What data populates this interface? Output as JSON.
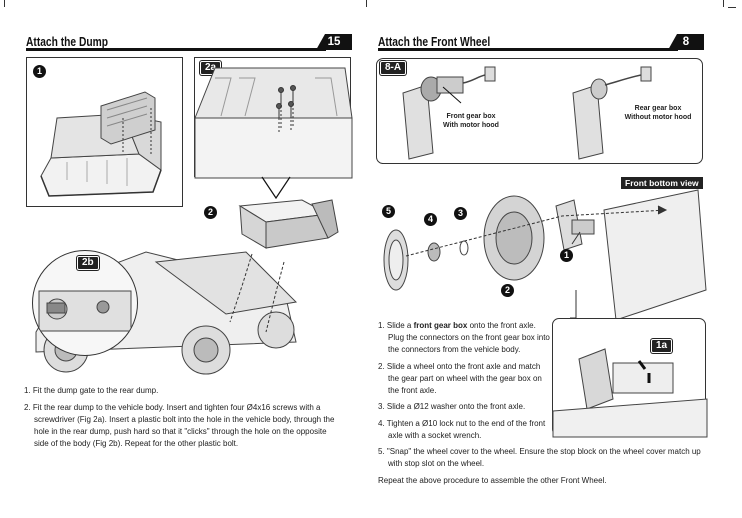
{
  "left_page": {
    "title": "Attach the Dump",
    "page_number": "15",
    "callouts": {
      "step1": "1",
      "step2": "2",
      "fig2a": "2a",
      "fig2b": "2b"
    },
    "instructions": [
      "1. Fit the dump gate to the rear dump.",
      "2. Fit the rear dump to the vehicle body. Insert and tighten four Ø4x16 screws with a screwdriver (Fig 2a).  Insert a plastic bolt into the hole in the vehicle body, through the hole in the rear dump, push hard so that it \"clicks\" through the hole on the opposite side of the body (Fig 2b). Repeat for the other plastic bolt."
    ]
  },
  "right_page": {
    "title": "Attach the Front Wheel",
    "page_number": "8",
    "inset_8a": {
      "tag": "8-A",
      "front_label_line1": "Front gear box",
      "front_label_line2": "With motor hood",
      "rear_label_line1": "Rear gear box",
      "rear_label_line2": "Without motor hood"
    },
    "front_bottom_view": "Front bottom view",
    "parts": {
      "p1": "1",
      "p2": "2",
      "p3": "3",
      "p4": "4",
      "p5": "5",
      "fig1a": "1a"
    },
    "instructions": {
      "step1_prefix": "1. Slide a ",
      "step1_bold": "front gear box",
      "step1_suffix": " onto the front axle. Plug the connectors on the front gear box into the connectors from the vehicle body.",
      "step2": "2. Slide a wheel onto the front axle and match the gear part on wheel with the gear box on the front axle.",
      "step3": "3. Slide a Ø12 washer onto the front axle.",
      "step4": "4. Tighten a  Ø10 lock nut to the end of the front axle with a socket wrench.",
      "step5": "5. \"Snap\" the wheel cover to the wheel. Ensure the stop block on the wheel cover match up with stop slot on the wheel.",
      "repeat": "Repeat the above procedure to assemble the other Front Wheel."
    }
  }
}
